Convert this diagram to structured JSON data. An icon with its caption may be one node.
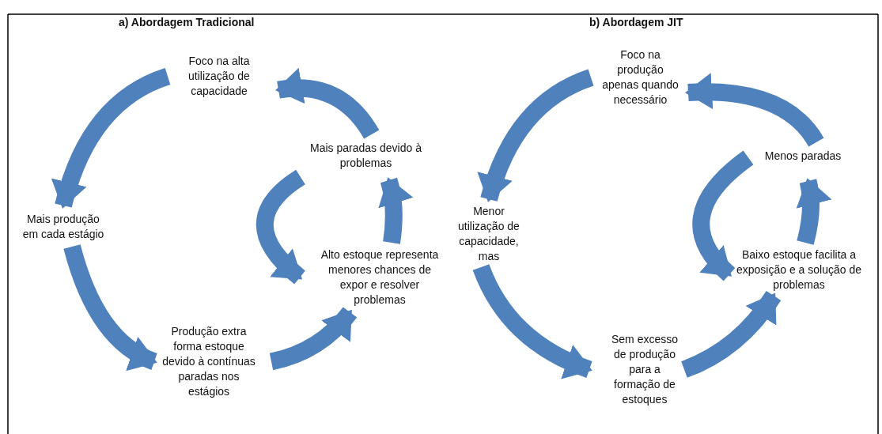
{
  "diagram": {
    "nodes": [
      {
        "text": [
          "Foco na alta utilização de capacidade"
        ]
      },
      {
        "text": [
          "Mais produção em cada estágio"
        ]
      },
      {
        "text": [
          "Produção extra forma estoque devido à contínuas paradas nos estágios"
        ]
      },
      {
        "text": [
          "Alto estoque representa menores chances de expor e resolver problemas"
        ]
      },
      {
        "text": [
          "Mais paradas devido à problemas"
        ]
      },
      {
        "text": [
          "Foco na produção apenas quando necessário"
        ]
      },
      {
        "text": [
          "Menor utilização de capacidade, mas"
        ]
      },
      {
        "text": [
          "Sem excesso de produção para a formação de estoques"
        ]
      },
      {
        "text": [
          "Baixo estoque facilita a exposição e a solução de problemas"
        ]
      },
      {
        "text": [
          "Menos paradas"
        ]
      }
    ],
    "edges": [
      {
        "from": 0,
        "to": 1,
        "arrow": "to"
      },
      {
        "from": 1,
        "to": 2,
        "arrow": "to"
      },
      {
        "from": 2,
        "to": 3,
        "arrow": "to"
      },
      {
        "from": 3,
        "to": 4,
        "arrow": "to"
      },
      {
        "from": 4,
        "to": 0,
        "arrow": "to"
      },
      {
        "from": 4,
        "to": 3,
        "arrow": "to"
      },
      {
        "from": 5,
        "to": 6,
        "arrow": "to"
      },
      {
        "from": 6,
        "to": 7,
        "arrow": "to"
      },
      {
        "from": 7,
        "to": 8,
        "arrow": "to"
      },
      {
        "from": 8,
        "to": 9,
        "arrow": "to"
      },
      {
        "from": 9,
        "to": 5,
        "arrow": "to"
      },
      {
        "from": 9,
        "to": 8,
        "arrow": "to"
      }
    ],
    "labels": [
      "a) Abordagem Tradicional",
      "b) Abordagem JIT"
    ]
  }
}
